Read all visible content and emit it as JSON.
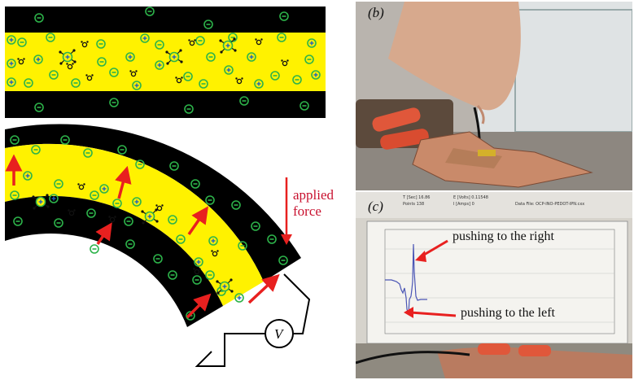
{
  "panel_b_label": "(b)",
  "panel_c_label": "(c)",
  "force_label": [
    "applied",
    "force"
  ],
  "voltmeter_symbol": "V",
  "annotations": {
    "right": "pushing to the right",
    "left": "pushing to the left"
  },
  "screen_header": {
    "time": "T [Sec] 16.86",
    "points": "Points 138",
    "volts": "E [Volts] 0.11548",
    "amps": "I [Amps] 0",
    "file": "Data File: OCP-INO-PEDOT-IPN.cxx"
  },
  "colors": {
    "electrolyte": "#fff200",
    "electrode": "#000000",
    "ion_symbol": "#2db34a",
    "arrow": "#e8201f",
    "signal": "#4a55b5"
  },
  "icons": [
    "anion-icon",
    "cation-icon",
    "water-molecule-icon",
    "tetra-cation-icon"
  ]
}
